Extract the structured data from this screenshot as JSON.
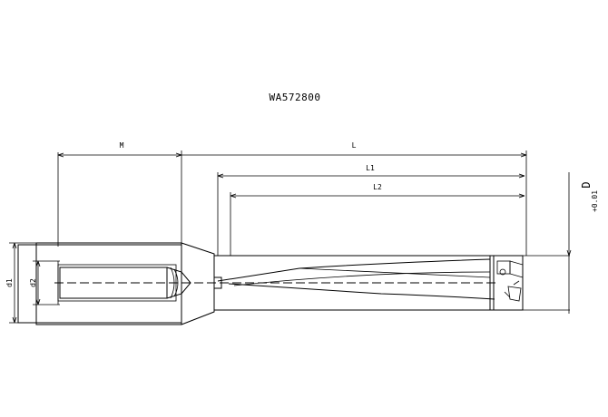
{
  "drawing": {
    "part_number": "WA572800",
    "dimensions": {
      "shank_length": "M",
      "overall_length": "L",
      "body_length": "L1",
      "flute_length": "L2",
      "shank_diameter": "d1",
      "bore_diameter": "d2",
      "drill_diameter": "D"
    },
    "tolerance": "+0.01"
  }
}
